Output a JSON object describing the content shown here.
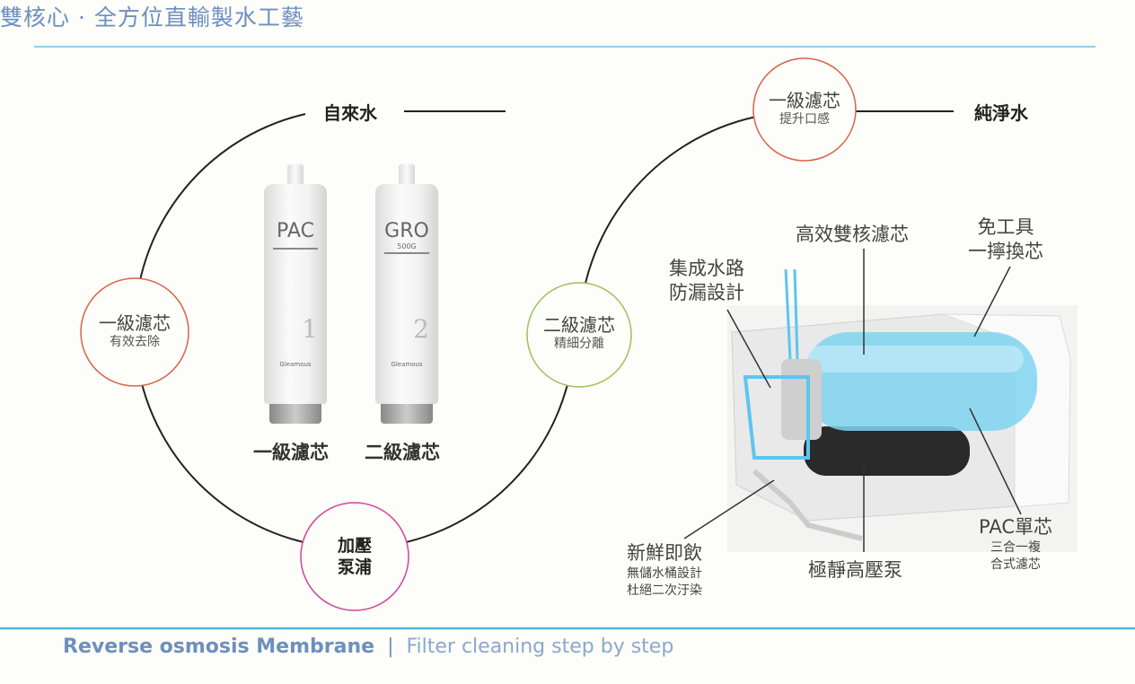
{
  "header": {
    "title": "雙核心 · 全方位直輸製水工藝"
  },
  "flow": {
    "input": "自來水",
    "output": "純淨水",
    "stage1": {
      "main": "一級濾芯",
      "sub": "有效去除",
      "color": "#d9624a"
    },
    "stage2": {
      "main": "二級濾芯",
      "sub": "精細分離",
      "color": "#9cc25a"
    },
    "pump": {
      "main1": "加壓",
      "main2": "泵浦",
      "color": "#d6439a"
    },
    "stage_final": {
      "main": "一級濾芯",
      "sub": "提升口感",
      "color": "#d9624a"
    }
  },
  "filters": [
    {
      "name": "PAC",
      "model": "",
      "number": "1",
      "brand": "Gleamous",
      "label": "一級濾芯"
    },
    {
      "name": "GRO",
      "model": "500G",
      "number": "2",
      "brand": "Gleamous",
      "label": "二級濾芯"
    }
  ],
  "annotations": {
    "dual_core": "高效雙核濾芯",
    "tool_free": [
      "免工具",
      "一擰換芯"
    ],
    "waterway": [
      "集成水路",
      "防漏設計"
    ],
    "fresh": {
      "main": "新鮮即飲",
      "sub": [
        "無儲水桶設計",
        "杜絕二次汙染"
      ]
    },
    "pump": "極靜高壓泵",
    "pac": {
      "main": "PAC單芯",
      "sub": [
        "三合一複",
        "合式濾芯"
      ]
    }
  },
  "footer": {
    "bold": "Reverse osmosis Membrane",
    "separator": "|",
    "light": "Filter cleaning step by step"
  },
  "colors": {
    "title": "#6d8fbf",
    "rule": "#4ab8d8"
  }
}
